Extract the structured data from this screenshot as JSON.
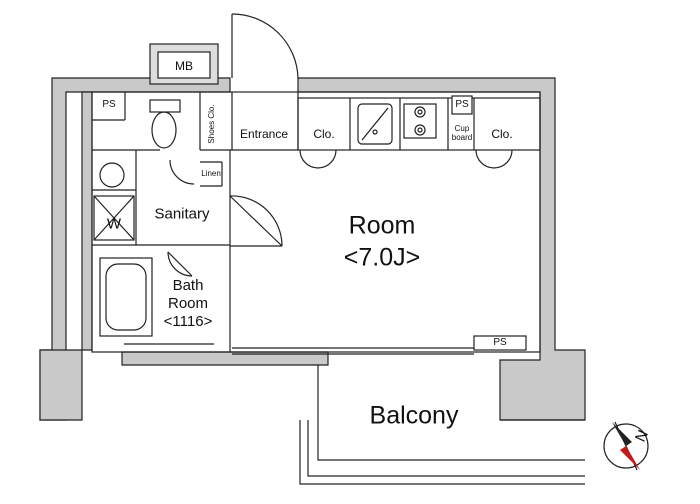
{
  "rooms": {
    "mb": "MB",
    "ps_top_left": "PS",
    "ps_kitchen": "PS",
    "ps_bottom": "PS",
    "shoes_closet_line1": "Shoes",
    "shoes_closet_line2": "Clo.",
    "entrance": "Entrance",
    "closet_left": "Clo.",
    "closet_right": "Clo.",
    "cupboard_line1": "Cup",
    "cupboard_line2": "board",
    "linen": "Linen",
    "washer": "W",
    "sanitary": "Sanitary",
    "bath_line1": "Bath",
    "bath_line2": "Room",
    "bath_size": "<1116>",
    "room_name": "Room",
    "room_size": "<7.0J>",
    "balcony": "Balcony"
  },
  "compass": {
    "north": "N"
  },
  "colors": {
    "wall": "#c9c9c9",
    "line": "#222222",
    "background": "#ffffff"
  }
}
